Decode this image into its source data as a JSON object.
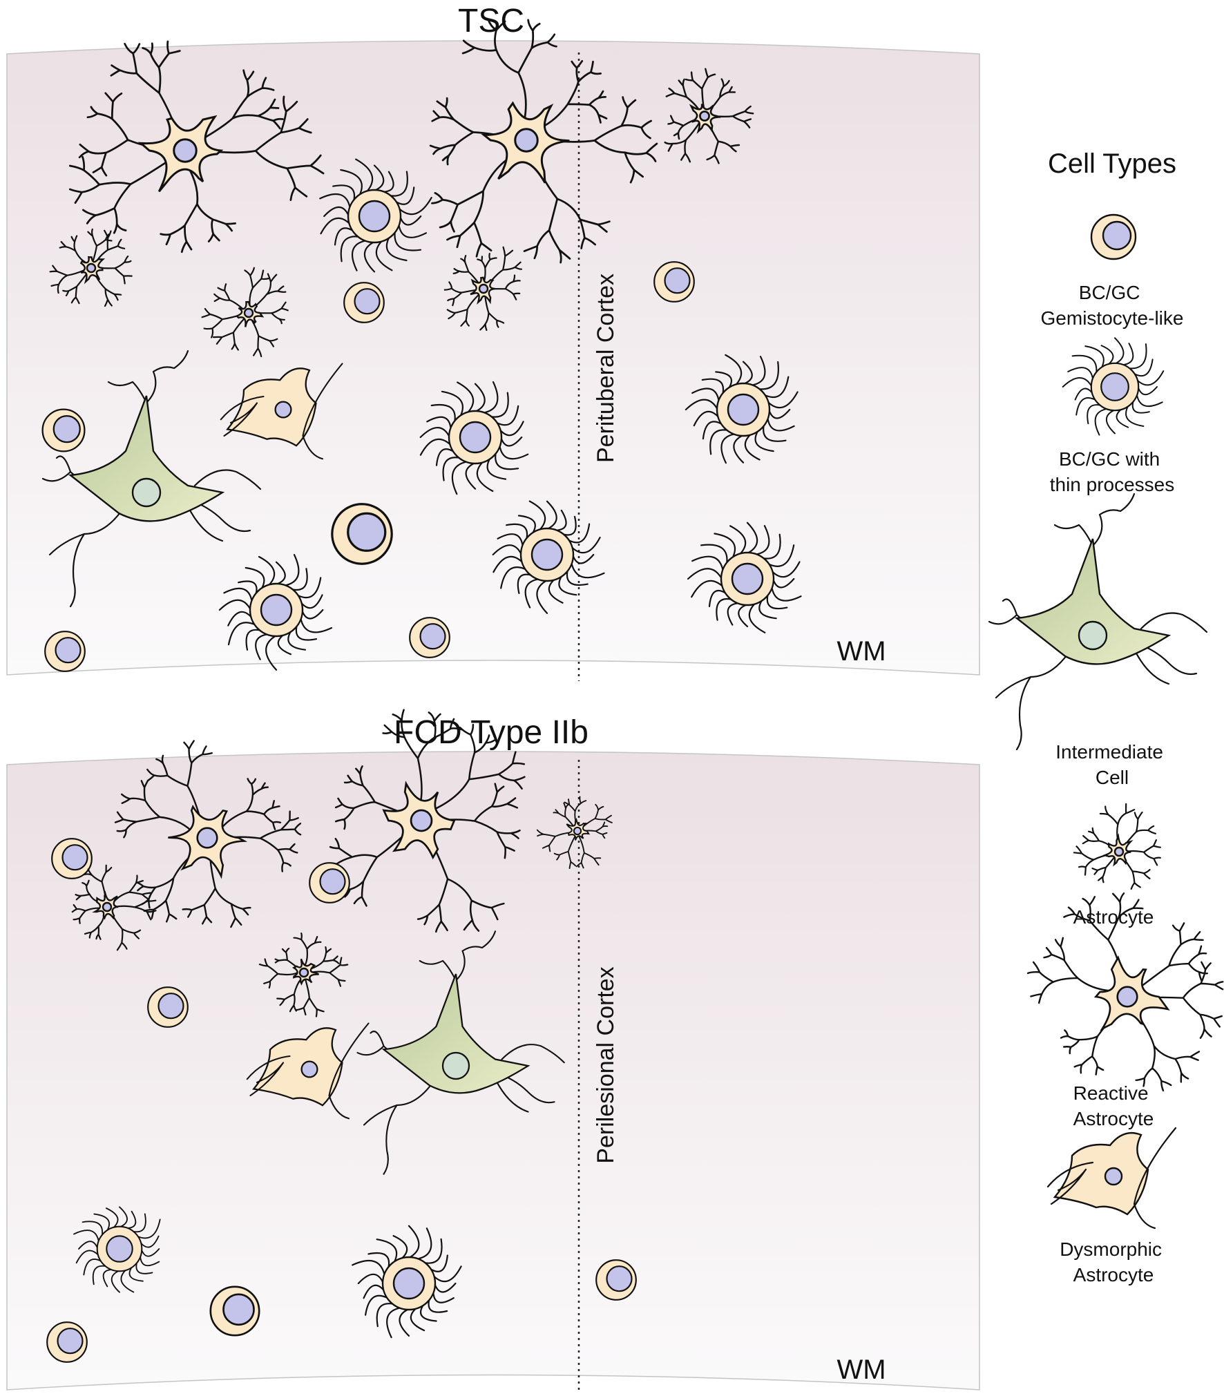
{
  "panels": [
    {
      "title": "TSC",
      "divider_label": "Perituberal Cortex",
      "corner_label": "WM",
      "cells": [
        {
          "type": "reactive",
          "scale": 1.25
        },
        {
          "type": "reactive",
          "scale": 1.25
        },
        {
          "type": "astrocyte",
          "scale": 1.1
        },
        {
          "type": "thin",
          "scale": 1.0
        },
        {
          "type": "astrocyte",
          "scale": 1.0
        },
        {
          "type": "astrocyte",
          "scale": 1.0
        },
        {
          "type": "astrocyte",
          "scale": 1.0
        },
        {
          "type": "gemisto",
          "scale": 0.9
        },
        {
          "type": "gemisto",
          "scale": 0.9
        },
        {
          "type": "dysmorphic",
          "scale": 0.95
        },
        {
          "type": "thin",
          "scale": 1.0
        },
        {
          "type": "thin",
          "scale": 1.0
        },
        {
          "type": "gemisto",
          "scale": 0.95
        },
        {
          "type": "intermediate",
          "scale": 1.0
        },
        {
          "type": "gemisto",
          "scale": 1.35
        },
        {
          "type": "thin",
          "scale": 1.0
        },
        {
          "type": "thin",
          "scale": 1.0
        },
        {
          "type": "thin",
          "scale": 1.0
        },
        {
          "type": "gemisto",
          "scale": 0.9
        },
        {
          "type": "gemisto",
          "scale": 0.9
        }
      ]
    },
    {
      "title": "FCD Type IIb",
      "divider_label": "Perilesional Cortex",
      "corner_label": "WM",
      "cells": [
        {
          "type": "gemisto",
          "scale": 0.9
        },
        {
          "type": "reactive",
          "scale": 1.1
        },
        {
          "type": "reactive",
          "scale": 1.15
        },
        {
          "type": "astrocyte",
          "scale": 0.85
        },
        {
          "type": "astrocyte",
          "scale": 1.0
        },
        {
          "type": "gemisto",
          "scale": 0.9
        },
        {
          "type": "astrocyte",
          "scale": 1.0
        },
        {
          "type": "gemisto",
          "scale": 0.9
        },
        {
          "type": "dysmorphic",
          "scale": 0.95
        },
        {
          "type": "intermediate",
          "scale": 0.95
        },
        {
          "type": "thin",
          "scale": 0.85
        },
        {
          "type": "thin",
          "scale": 1.0
        },
        {
          "type": "gemisto",
          "scale": 1.1
        },
        {
          "type": "gemisto",
          "scale": 0.9
        },
        {
          "type": "gemisto",
          "scale": 0.9
        }
      ]
    }
  ],
  "legend": {
    "title": "Cell Types",
    "items": [
      {
        "type": "gemisto",
        "label_lines": [
          "BC/GC",
          "Gemistocyte-like"
        ]
      },
      {
        "type": "thin",
        "label_lines": [
          "BC/GC with",
          "thin processes"
        ]
      },
      {
        "type": "intermediate",
        "label_lines": [
          "Intermediate",
          "Cell"
        ]
      },
      {
        "type": "astrocyte",
        "label_lines": [
          "Astrocyte"
        ]
      },
      {
        "type": "reactive",
        "label_lines": [
          "Reactive",
          "Astrocyte"
        ]
      },
      {
        "type": "dysmorphic",
        "label_lines": [
          "Dysmorphic",
          "Astrocyte"
        ]
      }
    ]
  },
  "colors": {
    "cell_fill": "#fae8c8",
    "nucleus_fill": "#c4c4ea",
    "intermediate_fill": "#b9c99a",
    "intermediate_nucleus": "#cfe0d2",
    "panel_top": "#ebe0e4",
    "panel_bottom": "#fbfafb"
  }
}
